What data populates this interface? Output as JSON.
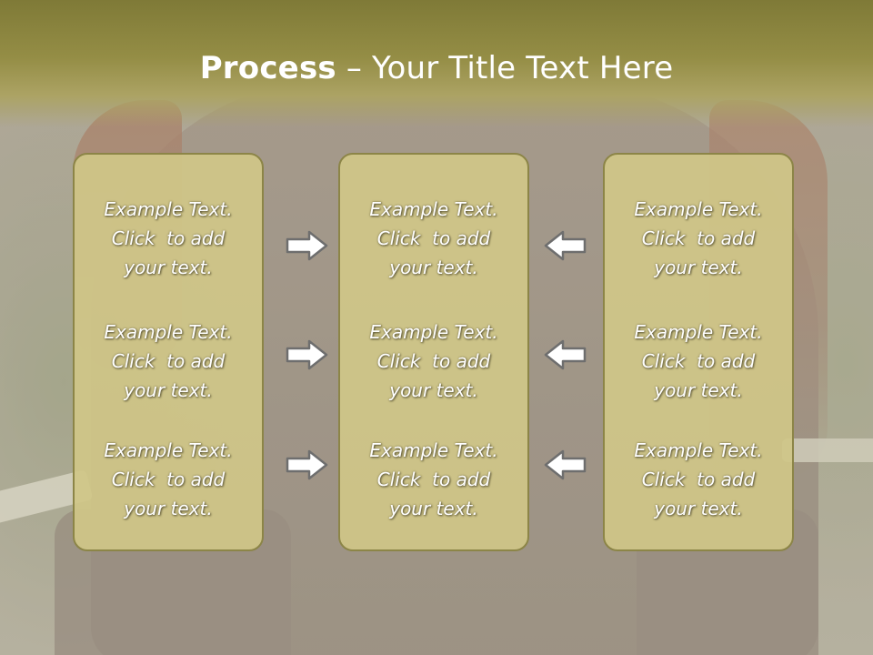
{
  "slide": {
    "title_bold": "Process",
    "title_rest": " – Your Title Text Here",
    "columns": [
      {
        "items": [
          {
            "line1": "Example Text.",
            "line2": "Click  to add",
            "line3": "your text."
          },
          {
            "line1": "Example Text.",
            "line2": "Click  to add",
            "line3": "your text."
          },
          {
            "line1": "Example Text.",
            "line2": "Click  to add",
            "line3": "your text."
          }
        ]
      },
      {
        "items": [
          {
            "line1": "Example Text.",
            "line2": "Click  to add",
            "line3": "your text."
          },
          {
            "line1": "Example Text.",
            "line2": "Click  to add",
            "line3": "your text."
          },
          {
            "line1": "Example Text.",
            "line2": "Click  to add",
            "line3": "your text."
          }
        ]
      },
      {
        "items": [
          {
            "line1": "Example Text.",
            "line2": "Click  to add",
            "line3": "your text."
          },
          {
            "line1": "Example Text.",
            "line2": "Click  to add",
            "line3": "your text."
          },
          {
            "line1": "Example Text.",
            "line2": "Click  to add",
            "line3": "your text."
          }
        ]
      }
    ],
    "arrows": {
      "left_group": "arrow-right-icon",
      "right_group": "arrow-left-icon"
    },
    "colors": {
      "title_band": "#948d45",
      "panel_fill": "#d0c688",
      "panel_border": "#8c8547",
      "text": "#ffffff",
      "arrow_fill": "#ffffff",
      "arrow_stroke": "#6e6e6e"
    }
  }
}
